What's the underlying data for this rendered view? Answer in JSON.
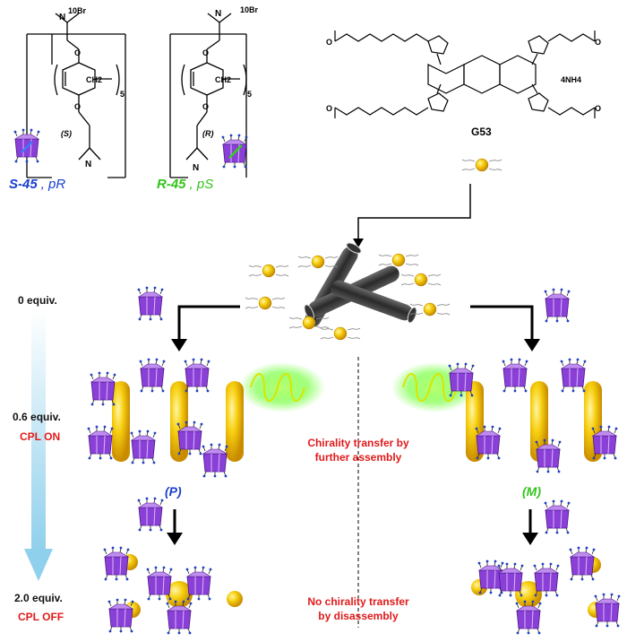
{
  "structures": {
    "counterion": "10Br",
    "n_repeat": "5",
    "ch2": "CH2",
    "s_config": "(S)",
    "r_config": "(R)",
    "s_name": "S-45",
    "s_suffix": ", pR",
    "r_name": "R-45",
    "r_suffix": ", pS",
    "g53_label": "G53",
    "ammonium": "4NH4"
  },
  "equivalents": {
    "e0": "0 equiv.",
    "e1": "0.6 equiv.",
    "e2": "2.0 equiv."
  },
  "cpl": {
    "on": "CPL ON",
    "off": "CPL OFF"
  },
  "notes": {
    "transfer_line1": "Chirality transfer by",
    "transfer_line2": "further assembly",
    "notransfer_line1": "No chirality transfer",
    "notransfer_line2": "by disassembly"
  },
  "helicity": {
    "left": "(P)",
    "right": "(M)"
  },
  "colors": {
    "blue_label": "#1b3fd1",
    "green_label": "#33c31c",
    "red_text": "#e01a1a",
    "sphere": "#f5c400",
    "rod": "#3a3a3a",
    "cup_purple": "#8a3fd6",
    "glow_green": "#7dff3a",
    "gradient_arrow": "#a9dbef"
  }
}
